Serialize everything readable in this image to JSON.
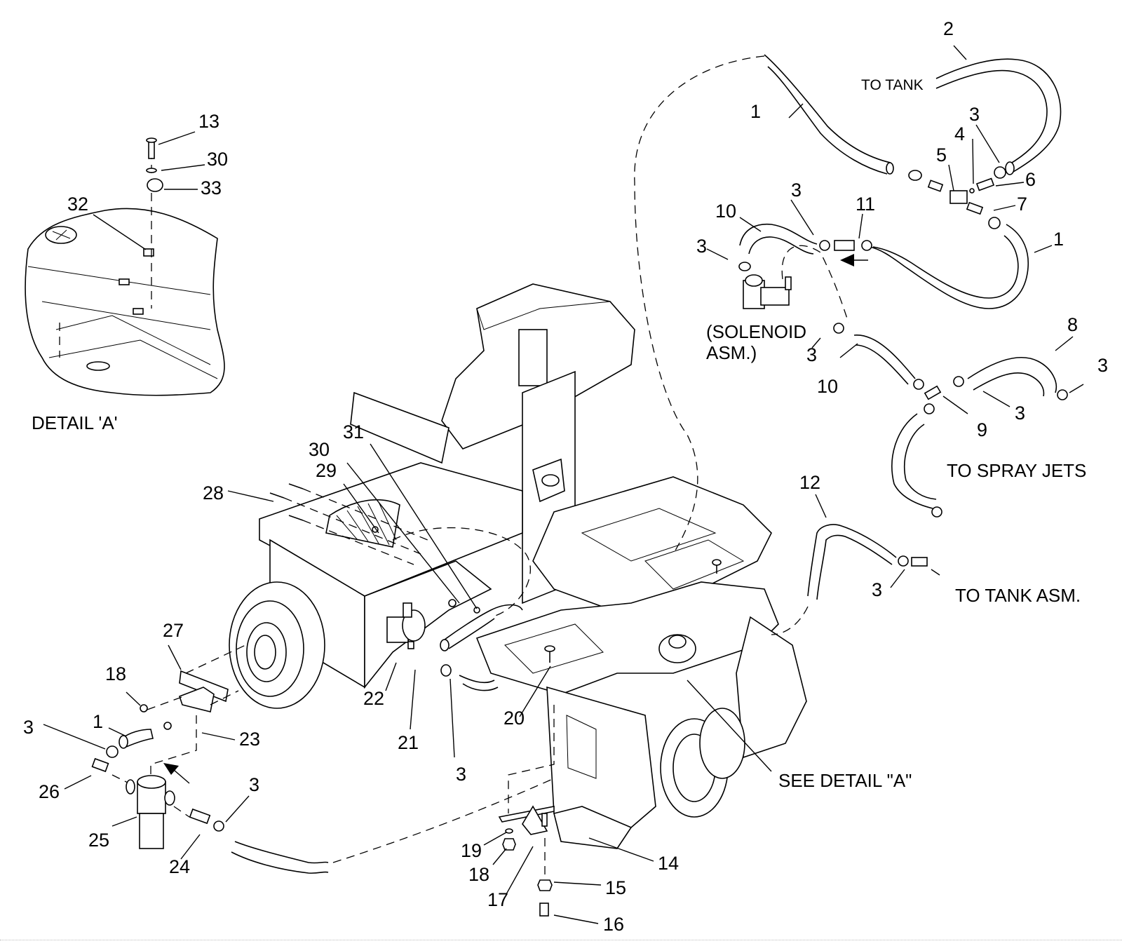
{
  "diagram": {
    "type": "exploded-parts-diagram",
    "subject": "spray system plumbing on mower frame",
    "callouts": {
      "c1a": "1",
      "c1b": "1",
      "c1c": "1",
      "c2": "2",
      "c3a": "3",
      "c3b": "3",
      "c3c": "3",
      "c3d": "3",
      "c3e": "3",
      "c3f": "3",
      "c3g": "3",
      "c3h": "3",
      "c3i": "3",
      "c3j": "3",
      "c4": "4",
      "c5": "5",
      "c6": "6",
      "c7": "7",
      "c8": "8",
      "c9": "9",
      "c10a": "10",
      "c10b": "10",
      "c11": "11",
      "c12": "12",
      "c13": "13",
      "c14": "14",
      "c15": "15",
      "c16": "16",
      "c17": "17",
      "c18a": "18",
      "c18b": "18",
      "c19": "19",
      "c20": "20",
      "c21": "21",
      "c22": "22",
      "c23": "23",
      "c24": "24",
      "c25": "25",
      "c26": "26",
      "c27": "27",
      "c28": "28",
      "c29": "29",
      "c30a": "30",
      "c30b": "30",
      "c31": "31",
      "c32": "32",
      "c33": "33"
    },
    "annotations": {
      "to_tank": "TO TANK",
      "solenoid_line1": "(SOLENOID",
      "solenoid_line2": "ASM.)",
      "to_spray_jets": "TO SPRAY JETS",
      "to_tank_asm": "TO TANK ASM.",
      "see_detail": "SEE DETAIL \"A\"",
      "detail_title": "DETAIL 'A'"
    },
    "flow_arrows": [
      "hose-flow-arrow",
      "strainer-flow-arrow"
    ]
  }
}
